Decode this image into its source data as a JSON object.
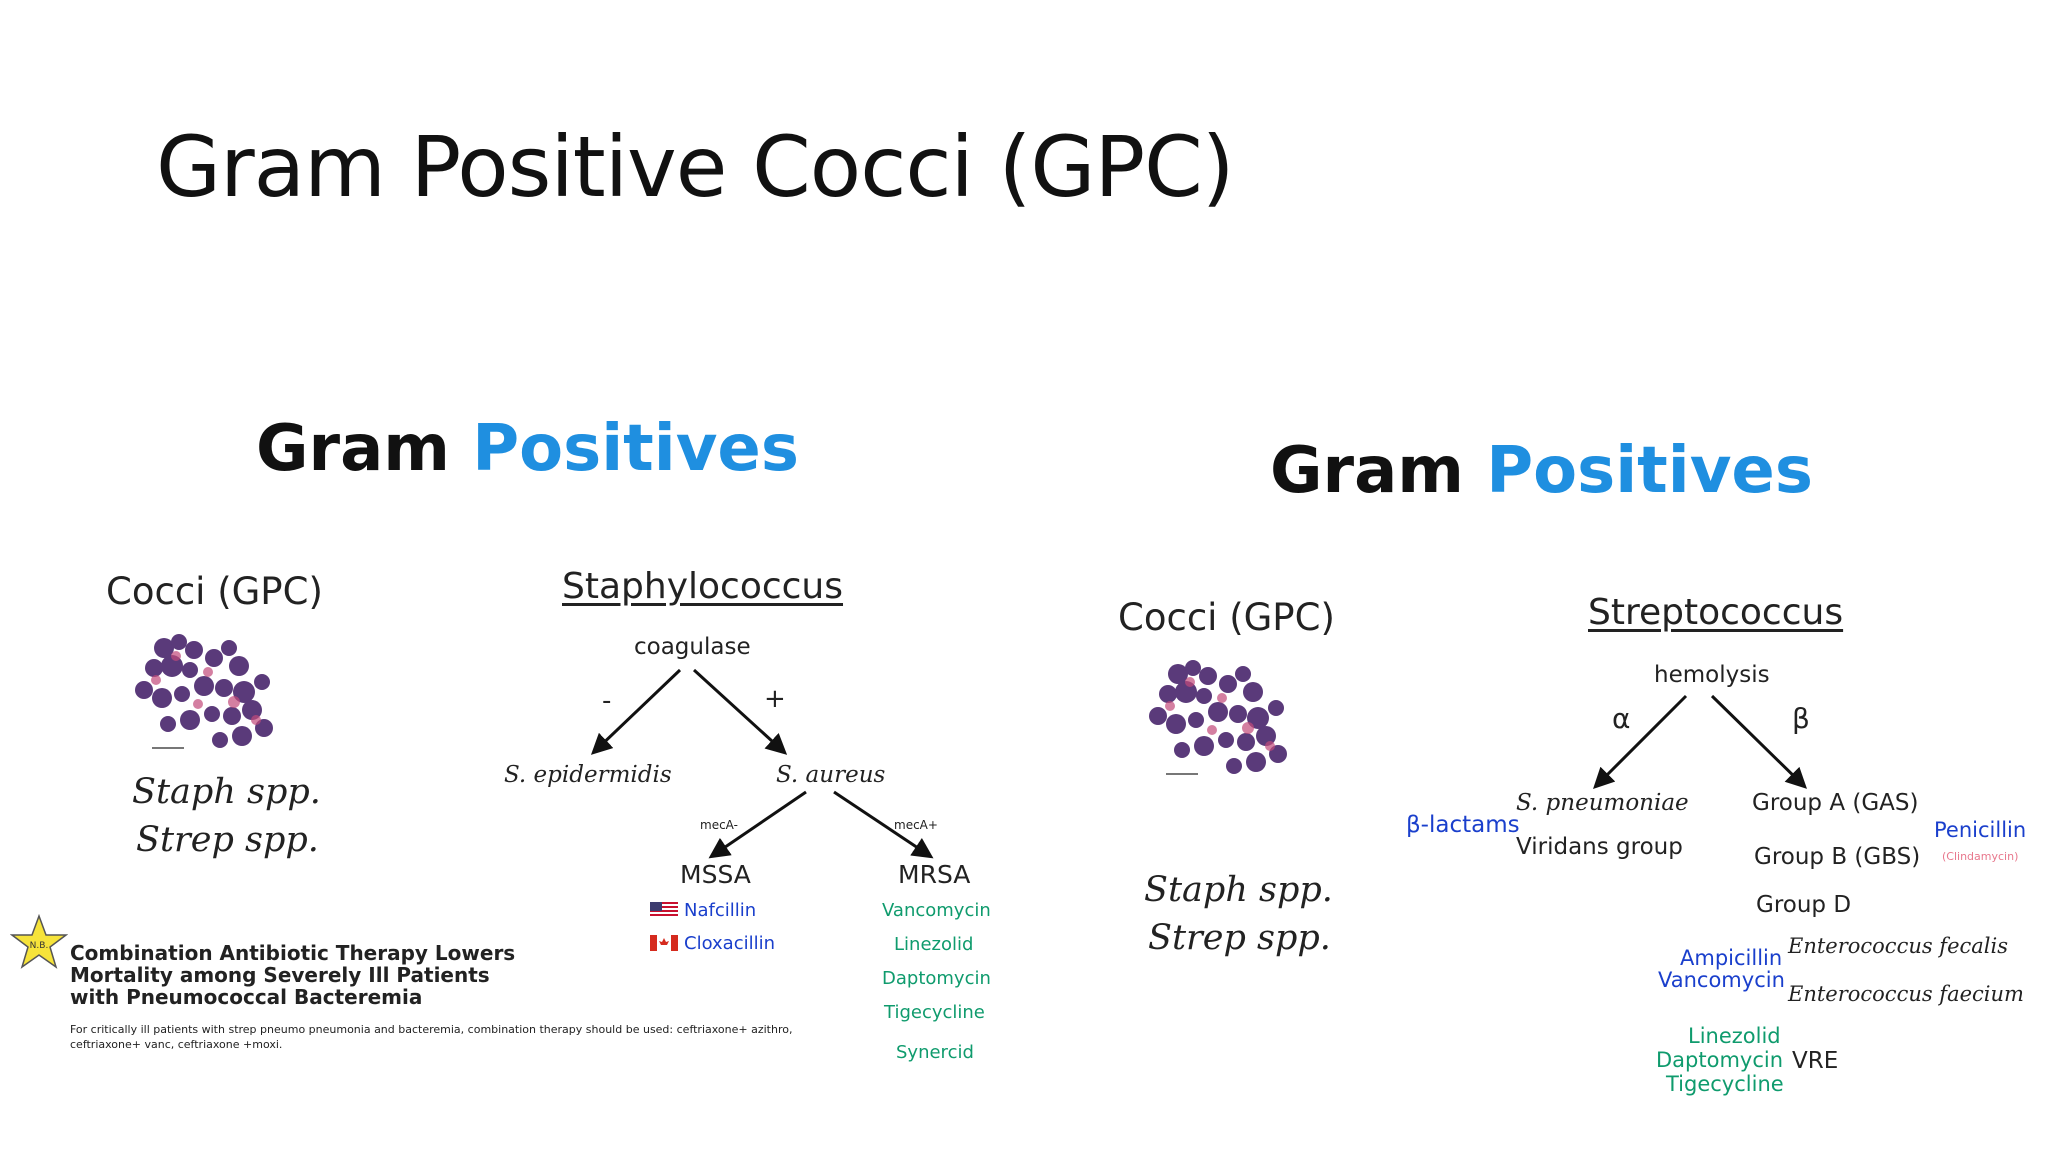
{
  "slide": {
    "title": "Gram Positive Cocci (GPC)"
  },
  "left_panel": {
    "heading_word1": "Gram",
    "heading_word2": "Positives",
    "cocci_label": "Cocci (GPC)",
    "staph_spp": "Staph spp.",
    "strep_spp": "Strep spp.",
    "genus": "Staphylococcus",
    "test": "coagulase",
    "neg_sign": "-",
    "pos_sign": "+",
    "neg_result": "S. epidermidis",
    "pos_result": "S. aureus",
    "meca_neg": "mecA-",
    "meca_pos": "mecA+",
    "mssa": "MSSA",
    "mrsa": "MRSA",
    "mssa_drugs": [
      "Nafcillin",
      "Cloxacillin"
    ],
    "mrsa_drugs": [
      "Vancomycin",
      "Linezolid",
      "Daptomycin",
      "Tigecycline",
      "Synercid"
    ],
    "note_badge": "N.B.",
    "note_title": [
      "Combination Antibiotic Therapy Lowers",
      "Mortality among Severely Ill Patients",
      "with Pneumococcal Bacteremia"
    ],
    "note_text": [
      "For critically ill patients with strep pneumo pneumonia and bacteremia, combination therapy should be used: ceftriaxone+ azithro,",
      "ceftriaxone+ vanc, ceftriaxone +moxi."
    ]
  },
  "right_panel": {
    "heading_word1": "Gram",
    "heading_word2": "Positives",
    "cocci_label": "Cocci (GPC)",
    "staph_spp": "Staph spp.",
    "strep_spp": "Strep spp.",
    "genus": "Streptococcus",
    "test": "hemolysis",
    "alpha": "α",
    "beta": "β",
    "alpha_results": [
      "S. pneumoniae",
      "Viridans group"
    ],
    "alpha_drug": "β-lactams",
    "beta_results": [
      "Group A (GAS)",
      "Group B (GBS)",
      "Group D"
    ],
    "beta_drug": "Penicillin",
    "beta_drug_alt": "(Clindamycin)",
    "group_d_species": [
      "Enterococcus fecalis",
      "Enterococcus faecium"
    ],
    "enterococcus_drugs": [
      "Ampicillin",
      "Vancomycin"
    ],
    "vre_label": "VRE",
    "vre_drugs": [
      "Linezolid",
      "Daptomycin",
      "Tigecycline"
    ]
  },
  "colors": {
    "heading_blue": "#1f8fe0",
    "drug_blue": "#1a3fcc",
    "drug_green": "#0f9b6d",
    "alt_pink": "#e8788d"
  }
}
